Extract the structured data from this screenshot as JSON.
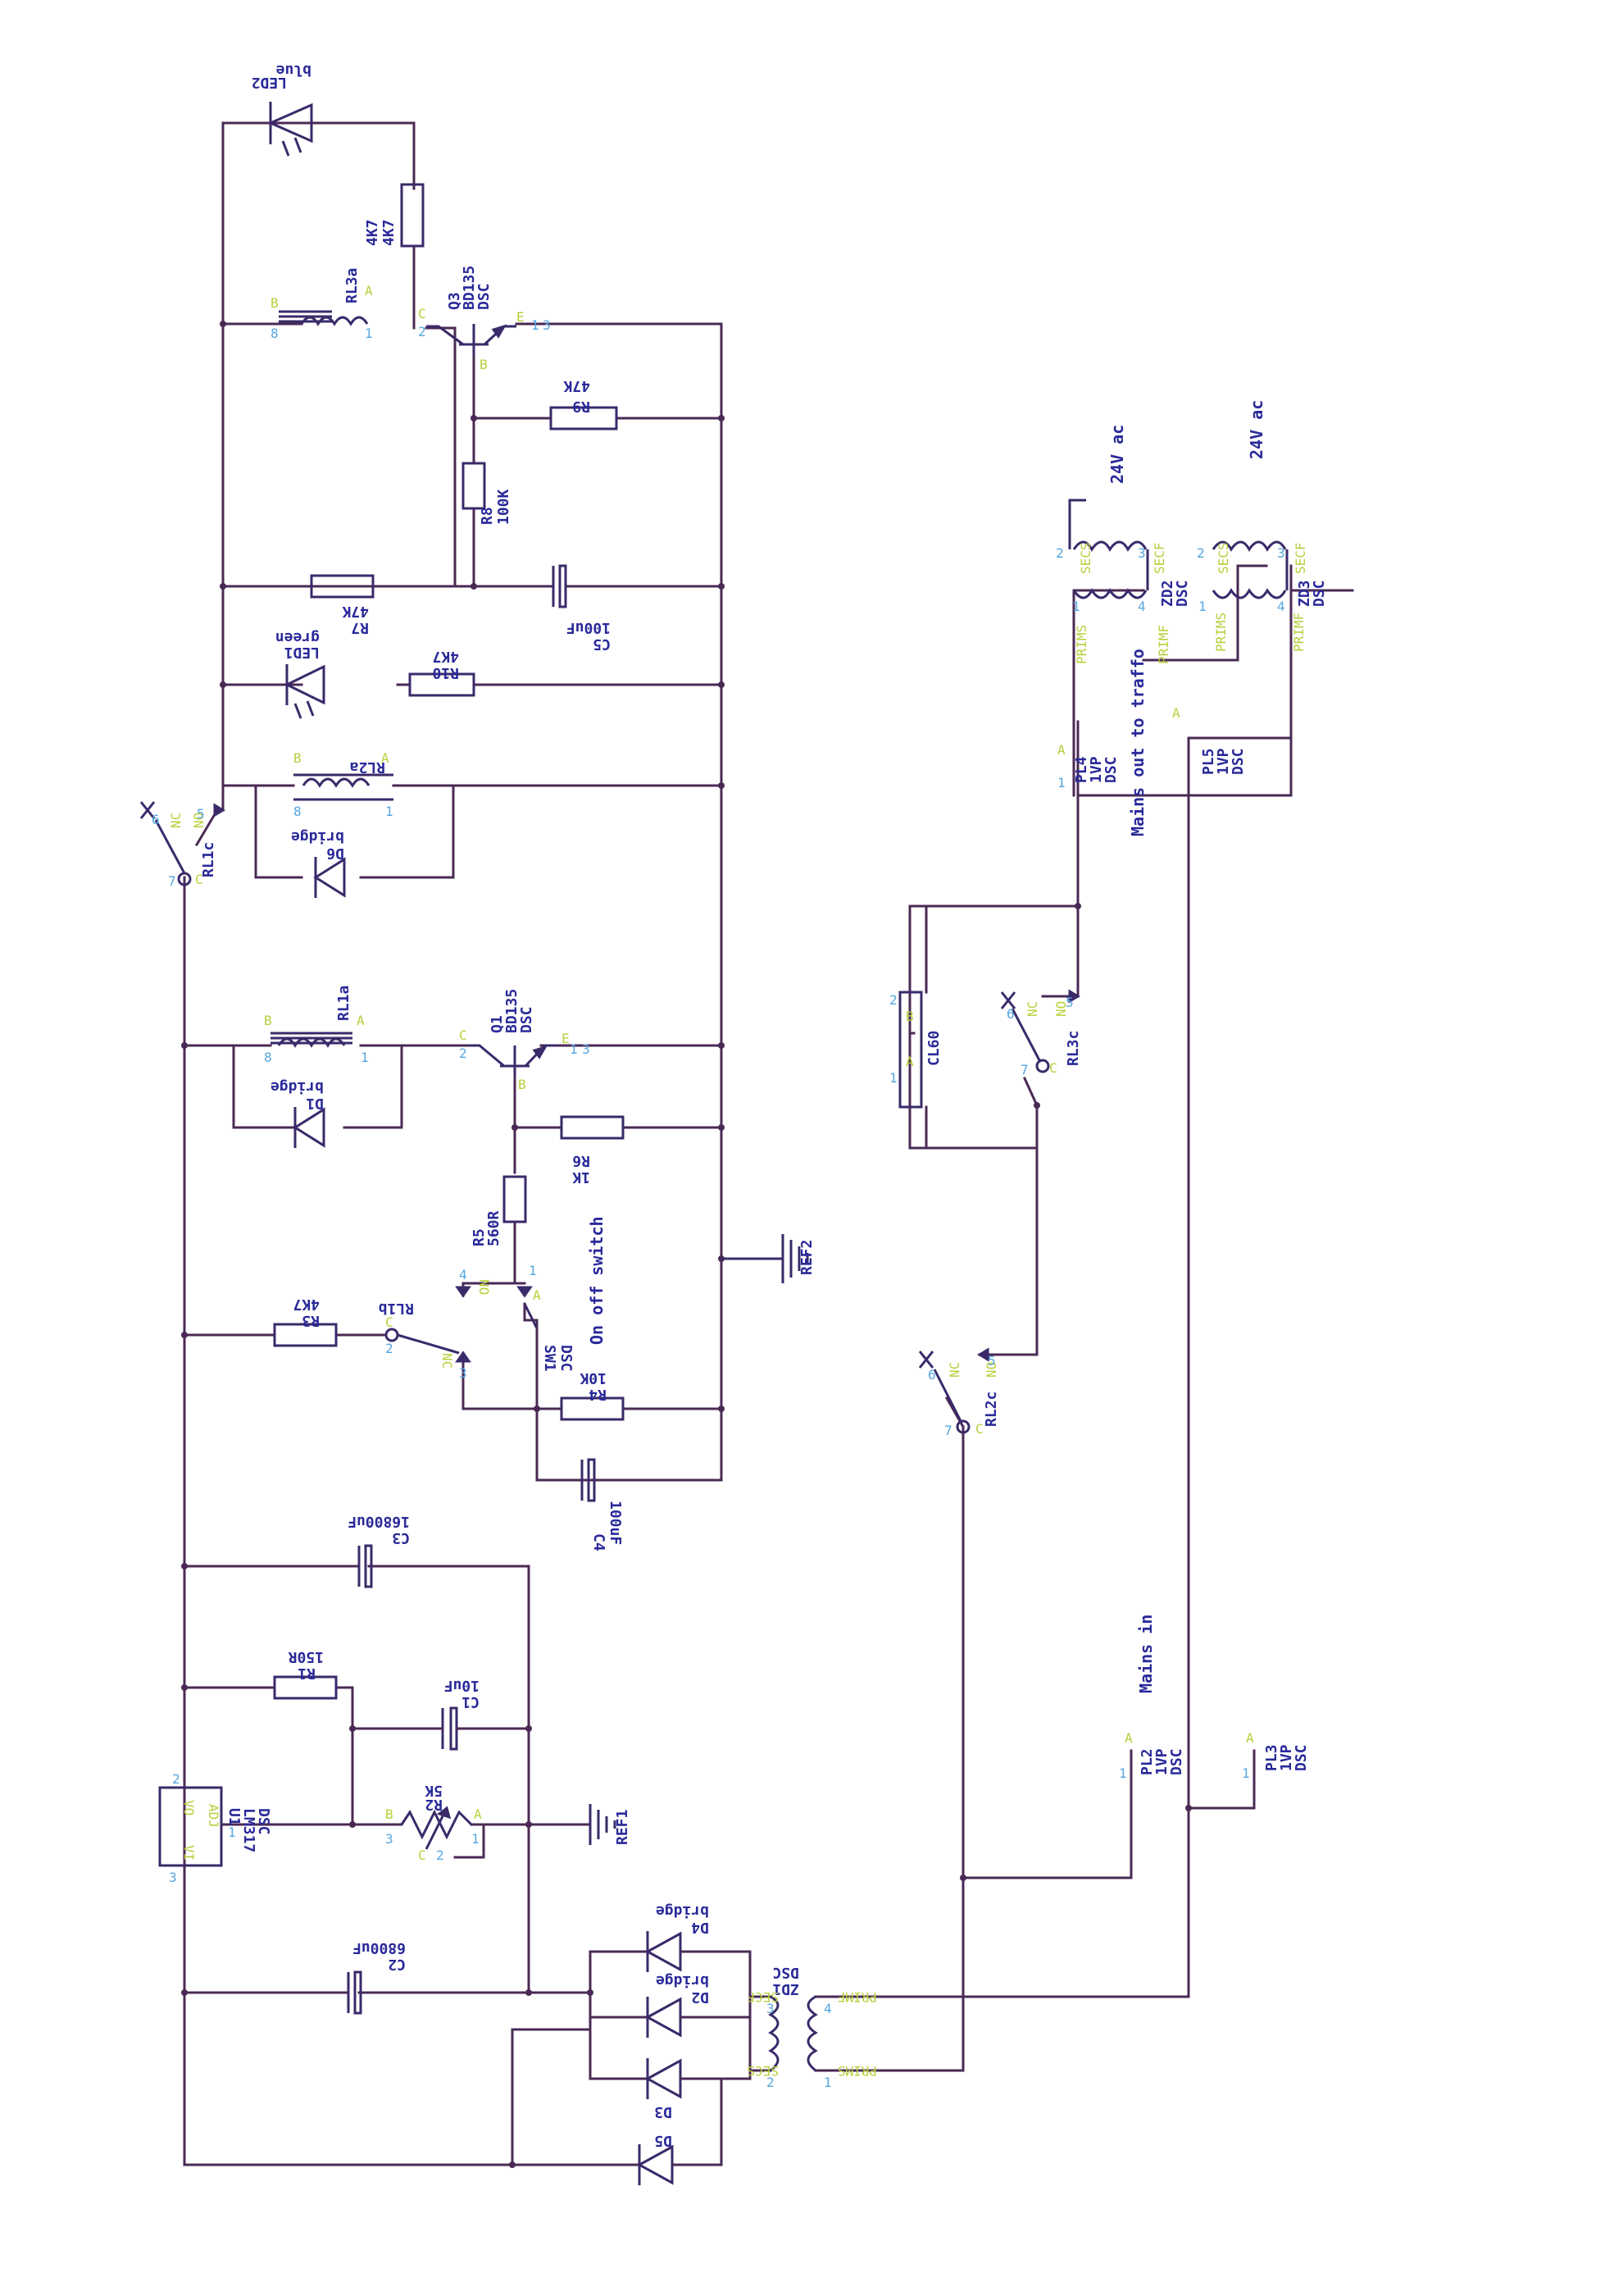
{
  "colors": {
    "wire": "#4a2a55",
    "label": "#2a2a9a",
    "pin_number": "#55a6e0",
    "pin_name": "#b7d03a"
  },
  "components": {
    "led2": {
      "ref": "LED2",
      "value": "blue"
    },
    "r11": {
      "ref": "4K7",
      "value": "4K7"
    },
    "rl3a": {
      "ref": "RL3a"
    },
    "q3": {
      "ref": "Q3",
      "value": "BD135",
      "model": "DSC"
    },
    "r9": {
      "ref": "R9",
      "value": "47K"
    },
    "r8": {
      "ref": "R8",
      "value": "100K"
    },
    "r7": {
      "ref": "R7",
      "value": "47K"
    },
    "c5": {
      "ref": "C5",
      "value": "100uF"
    },
    "led1": {
      "ref": "LED1",
      "value": "green"
    },
    "r10": {
      "ref": "R10",
      "value": "4K7"
    },
    "rl2a": {
      "ref": "RL2a"
    },
    "d6": {
      "ref": "D6",
      "value": "bridge"
    },
    "rl1c": {
      "ref": "RL1c"
    },
    "rl1a": {
      "ref": "RL1a"
    },
    "d1": {
      "ref": "D1",
      "value": "bridge"
    },
    "q1": {
      "ref": "Q1",
      "value": "BD135",
      "model": "DSC"
    },
    "r6": {
      "ref": "R6",
      "value": "1K"
    },
    "r5": {
      "ref": "R5",
      "value": "560R"
    },
    "r3": {
      "ref": "R3",
      "value": "4K7"
    },
    "rl1b": {
      "ref": "RL1b"
    },
    "sw1": {
      "ref": "SW1",
      "model": "DSC",
      "desc": "On off switch"
    },
    "r4": {
      "ref": "R4",
      "value": "10K"
    },
    "c4": {
      "ref": "C4",
      "value": "100uF"
    },
    "c3": {
      "ref": "C3",
      "value": "16800uF"
    },
    "r1": {
      "ref": "R1",
      "value": "150R"
    },
    "c1": {
      "ref": "C1",
      "value": "10uF"
    },
    "u1": {
      "ref": "U1",
      "value": "LM317",
      "model": "DSC",
      "pin_vo": "VO",
      "pin_vi": "VI",
      "pin_adj": "ADJ"
    },
    "r2": {
      "ref": "R2",
      "value": "5K"
    },
    "c2": {
      "ref": "C2",
      "value": "6800uF"
    },
    "d2": {
      "ref": "D2",
      "value": "bridge"
    },
    "d3": {
      "ref": "D3"
    },
    "d4": {
      "ref": "D4",
      "value": "bridge"
    },
    "d5": {
      "ref": "D5"
    },
    "zd1": {
      "ref": "ZD1",
      "model": "DSC"
    },
    "ref1": {
      "ref": "REF1"
    },
    "ref2": {
      "ref": "REF2"
    },
    "rl2c": {
      "ref": "RL2c"
    },
    "rl3c": {
      "ref": "RL3c"
    },
    "cl60": {
      "ref": "CL60"
    },
    "pl4": {
      "ref": "PL4",
      "value": "1VP",
      "model": "DSC"
    },
    "pl5": {
      "ref": "PL5",
      "value": "1VP",
      "model": "DSC"
    },
    "pl2": {
      "ref": "PL2",
      "value": "1VP",
      "model": "DSC"
    },
    "pl3": {
      "ref": "PL3",
      "value": "1VP",
      "model": "DSC"
    },
    "zd2": {
      "ref": "ZD2",
      "model": "DSC"
    },
    "zd3": {
      "ref": "ZD3",
      "model": "DSC"
    }
  },
  "notes": {
    "ac1": "24V ac",
    "ac2": "24V ac",
    "mains_out": "Mains out to traffo",
    "mains_in": "Mains in"
  },
  "pins": {
    "nc": "NC",
    "no": "NO",
    "c": "C",
    "a": "A",
    "b": "B",
    "e": "E",
    "prims": "PRIMS",
    "primf": "PRIMF",
    "secs": "SECS",
    "secf": "SECF",
    "n1": "1",
    "n2": "2",
    "n3": "3",
    "n4": "4",
    "n5": "5",
    "n6": "6",
    "n7": "7",
    "n8": "8"
  }
}
